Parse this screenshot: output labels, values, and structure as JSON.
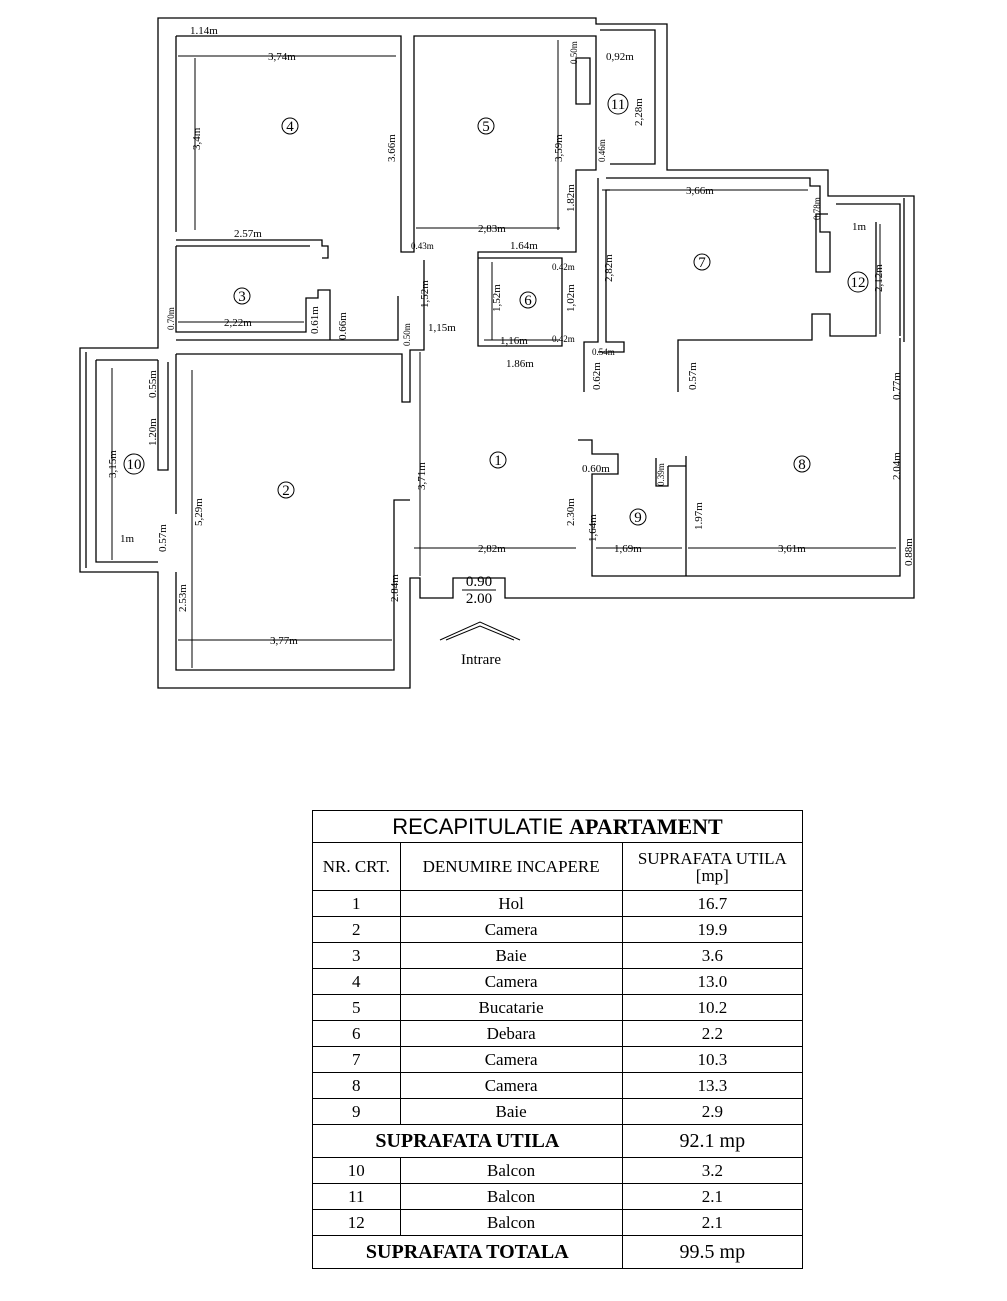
{
  "plan": {
    "entrance_label": "Intrare",
    "door_width": "0.90",
    "door_height": "2.00",
    "rooms": [
      "1",
      "2",
      "3",
      "4",
      "5",
      "6",
      "7",
      "8",
      "9",
      "10",
      "11",
      "12"
    ],
    "dimensions": {
      "d1": "1.14m",
      "d2": "3,74m",
      "d3": "3,4m",
      "d4": "3.66m",
      "d5": "0.50m",
      "d6": "0,92m",
      "d7": "3,59m",
      "d8": "2,28m",
      "d9": "0.46m",
      "d10": "1.82m",
      "d11": "3,66m",
      "d12": "0.78m",
      "d13": "1m",
      "d14": "2.57m",
      "d15": "0.43m",
      "d16": "2,83m",
      "d17": "1.64m",
      "d18": "2,82m",
      "d19": "0.42m",
      "d20": "2,12m",
      "d21": "0.70m",
      "d22": "2,22m",
      "d23": "0.61m",
      "d24": "0.66m",
      "d25": "1,52m",
      "d26": "0.50m",
      "d27": "1,15m",
      "d28": "1,52m",
      "d29": "1,02m",
      "d30": "1,16m",
      "d31": "0.42m",
      "d32": "0.54m",
      "d33": "1.86m",
      "d34": "0.62m",
      "d35": "0.57m",
      "d36": "0.77m",
      "d37": "0.55m",
      "d38": "1.20m",
      "d39": "3,15m",
      "d40": "1m",
      "d41": "0.57m",
      "d42": "5,29m",
      "d43": "3,71m",
      "d44": "0.60m",
      "d45": "0.39m",
      "d46": "2.30m",
      "d47": "1,64m",
      "d48": "1.97m",
      "d49": "2.04m",
      "d50": "2,82m",
      "d51": "1,69m",
      "d52": "3,61m",
      "d53": "0.88m",
      "d54": "2.53m",
      "d55": "2.84m",
      "d56": "3,77m"
    }
  },
  "summary": {
    "title_regular": "RECAPITULATIE ",
    "title_bold": "APARTAMENT",
    "headers": [
      "NR. CRT.",
      "DENUMIRE INCAPERE",
      "SUPRAFATA UTILA [mp]"
    ],
    "rows": [
      {
        "nr": "1",
        "name": "Hol",
        "area": "16.7"
      },
      {
        "nr": "2",
        "name": "Camera",
        "area": "19.9"
      },
      {
        "nr": "3",
        "name": "Baie",
        "area": "3.6"
      },
      {
        "nr": "4",
        "name": "Camera",
        "area": "13.0"
      },
      {
        "nr": "5",
        "name": "Bucatarie",
        "area": "10.2"
      },
      {
        "nr": "6",
        "name": "Debara",
        "area": "2.2"
      },
      {
        "nr": "7",
        "name": "Camera",
        "area": "10.3"
      },
      {
        "nr": "8",
        "name": "Camera",
        "area": "13.3"
      },
      {
        "nr": "9",
        "name": "Baie",
        "area": "2.9"
      }
    ],
    "subtotal": {
      "label": "SUPRAFATA UTILA",
      "value": "92.1 mp"
    },
    "balconies": [
      {
        "nr": "10",
        "name": "Balcon",
        "area": "3.2"
      },
      {
        "nr": "11",
        "name": "Balcon",
        "area": "2.1"
      },
      {
        "nr": "12",
        "name": "Balcon",
        "area": "2.1"
      }
    ],
    "total": {
      "label": "SUPRAFATA TOTALA",
      "value": "99.5 mp"
    }
  }
}
